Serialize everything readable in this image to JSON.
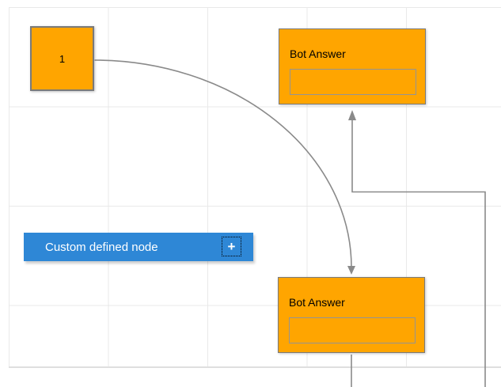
{
  "diagram": {
    "start_node": {
      "label": "1"
    },
    "bot_answer_top": {
      "title": "Bot Answer",
      "input_value": ""
    },
    "bot_answer_bottom": {
      "title": "Bot Answer",
      "input_value": ""
    },
    "custom_node": {
      "label": "Custom defined node",
      "plus_icon": "+"
    }
  },
  "colors": {
    "node_fill": "#FFA500",
    "node_border": "#7a7a7a",
    "node_input_border": "#949494",
    "custom_node_fill": "#2E87D6",
    "custom_node_text": "#ffffff",
    "connector": "#8a8a8a",
    "grid_line": "#e9e9e9",
    "canvas_bottom_border": "#dfdfdf"
  }
}
